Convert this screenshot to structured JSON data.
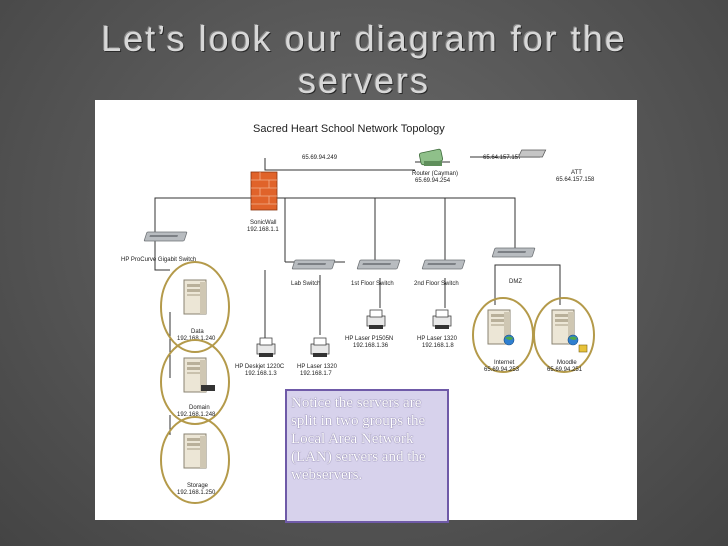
{
  "slide": {
    "title": "Let’s look our diagram for the servers"
  },
  "diagram": {
    "title": "Sacred Heart School Network Topology",
    "nodes": {
      "router": {
        "name": "Router (Cayman)",
        "ip": "65.69.94.254"
      },
      "att": {
        "name": "ATT",
        "ip": "65.64.157.158"
      },
      "sonicwall": {
        "name": "SonicWall",
        "ip": "192.168.1.1"
      },
      "hp_switch": {
        "name": "HP ProCurve Gigabit Switch"
      },
      "lab_switch": {
        "name": "Lab Switch"
      },
      "floor1_switch": {
        "name": "1st Floor Switch"
      },
      "floor2_switch": {
        "name": "2nd Floor Switch"
      },
      "dmz": {
        "name": "DMZ"
      },
      "printer_p1505n": {
        "name": "HP Laser P1505N",
        "ip": "192.168.1.36"
      },
      "printer_1320_floor2": {
        "name": "HP Laser 1320",
        "ip": "192.168.1.8"
      },
      "printer_deskjet": {
        "name": "HP Deskjet 1220C",
        "ip": "192.168.1.3"
      },
      "printer_1320_lab": {
        "name": "HP Laser 1320",
        "ip": "192.168.1.7"
      },
      "server_data": {
        "name": "Data",
        "ip": "192.168.1.240"
      },
      "server_domain": {
        "name": "Domain",
        "ip": "192.168.1.248"
      },
      "server_storage": {
        "name": "Storage",
        "ip": "192.168.1.250"
      },
      "server_internet": {
        "name": "Internet",
        "ip": "65.69.94.253"
      },
      "server_moodle": {
        "name": "Moodle",
        "ip": "65.69.94.251"
      }
    },
    "links": {
      "sonicwall_router": "65.69.94.249",
      "router_att": "65.64.157.157"
    },
    "colors": {
      "highlight_circle": "#b49a4a",
      "firewall": "#e0632a",
      "server_body": "#ece6d6"
    }
  },
  "note": {
    "text": "Notice the servers are split in two groups the Local Area Network (LAN) servers and the webservers."
  }
}
